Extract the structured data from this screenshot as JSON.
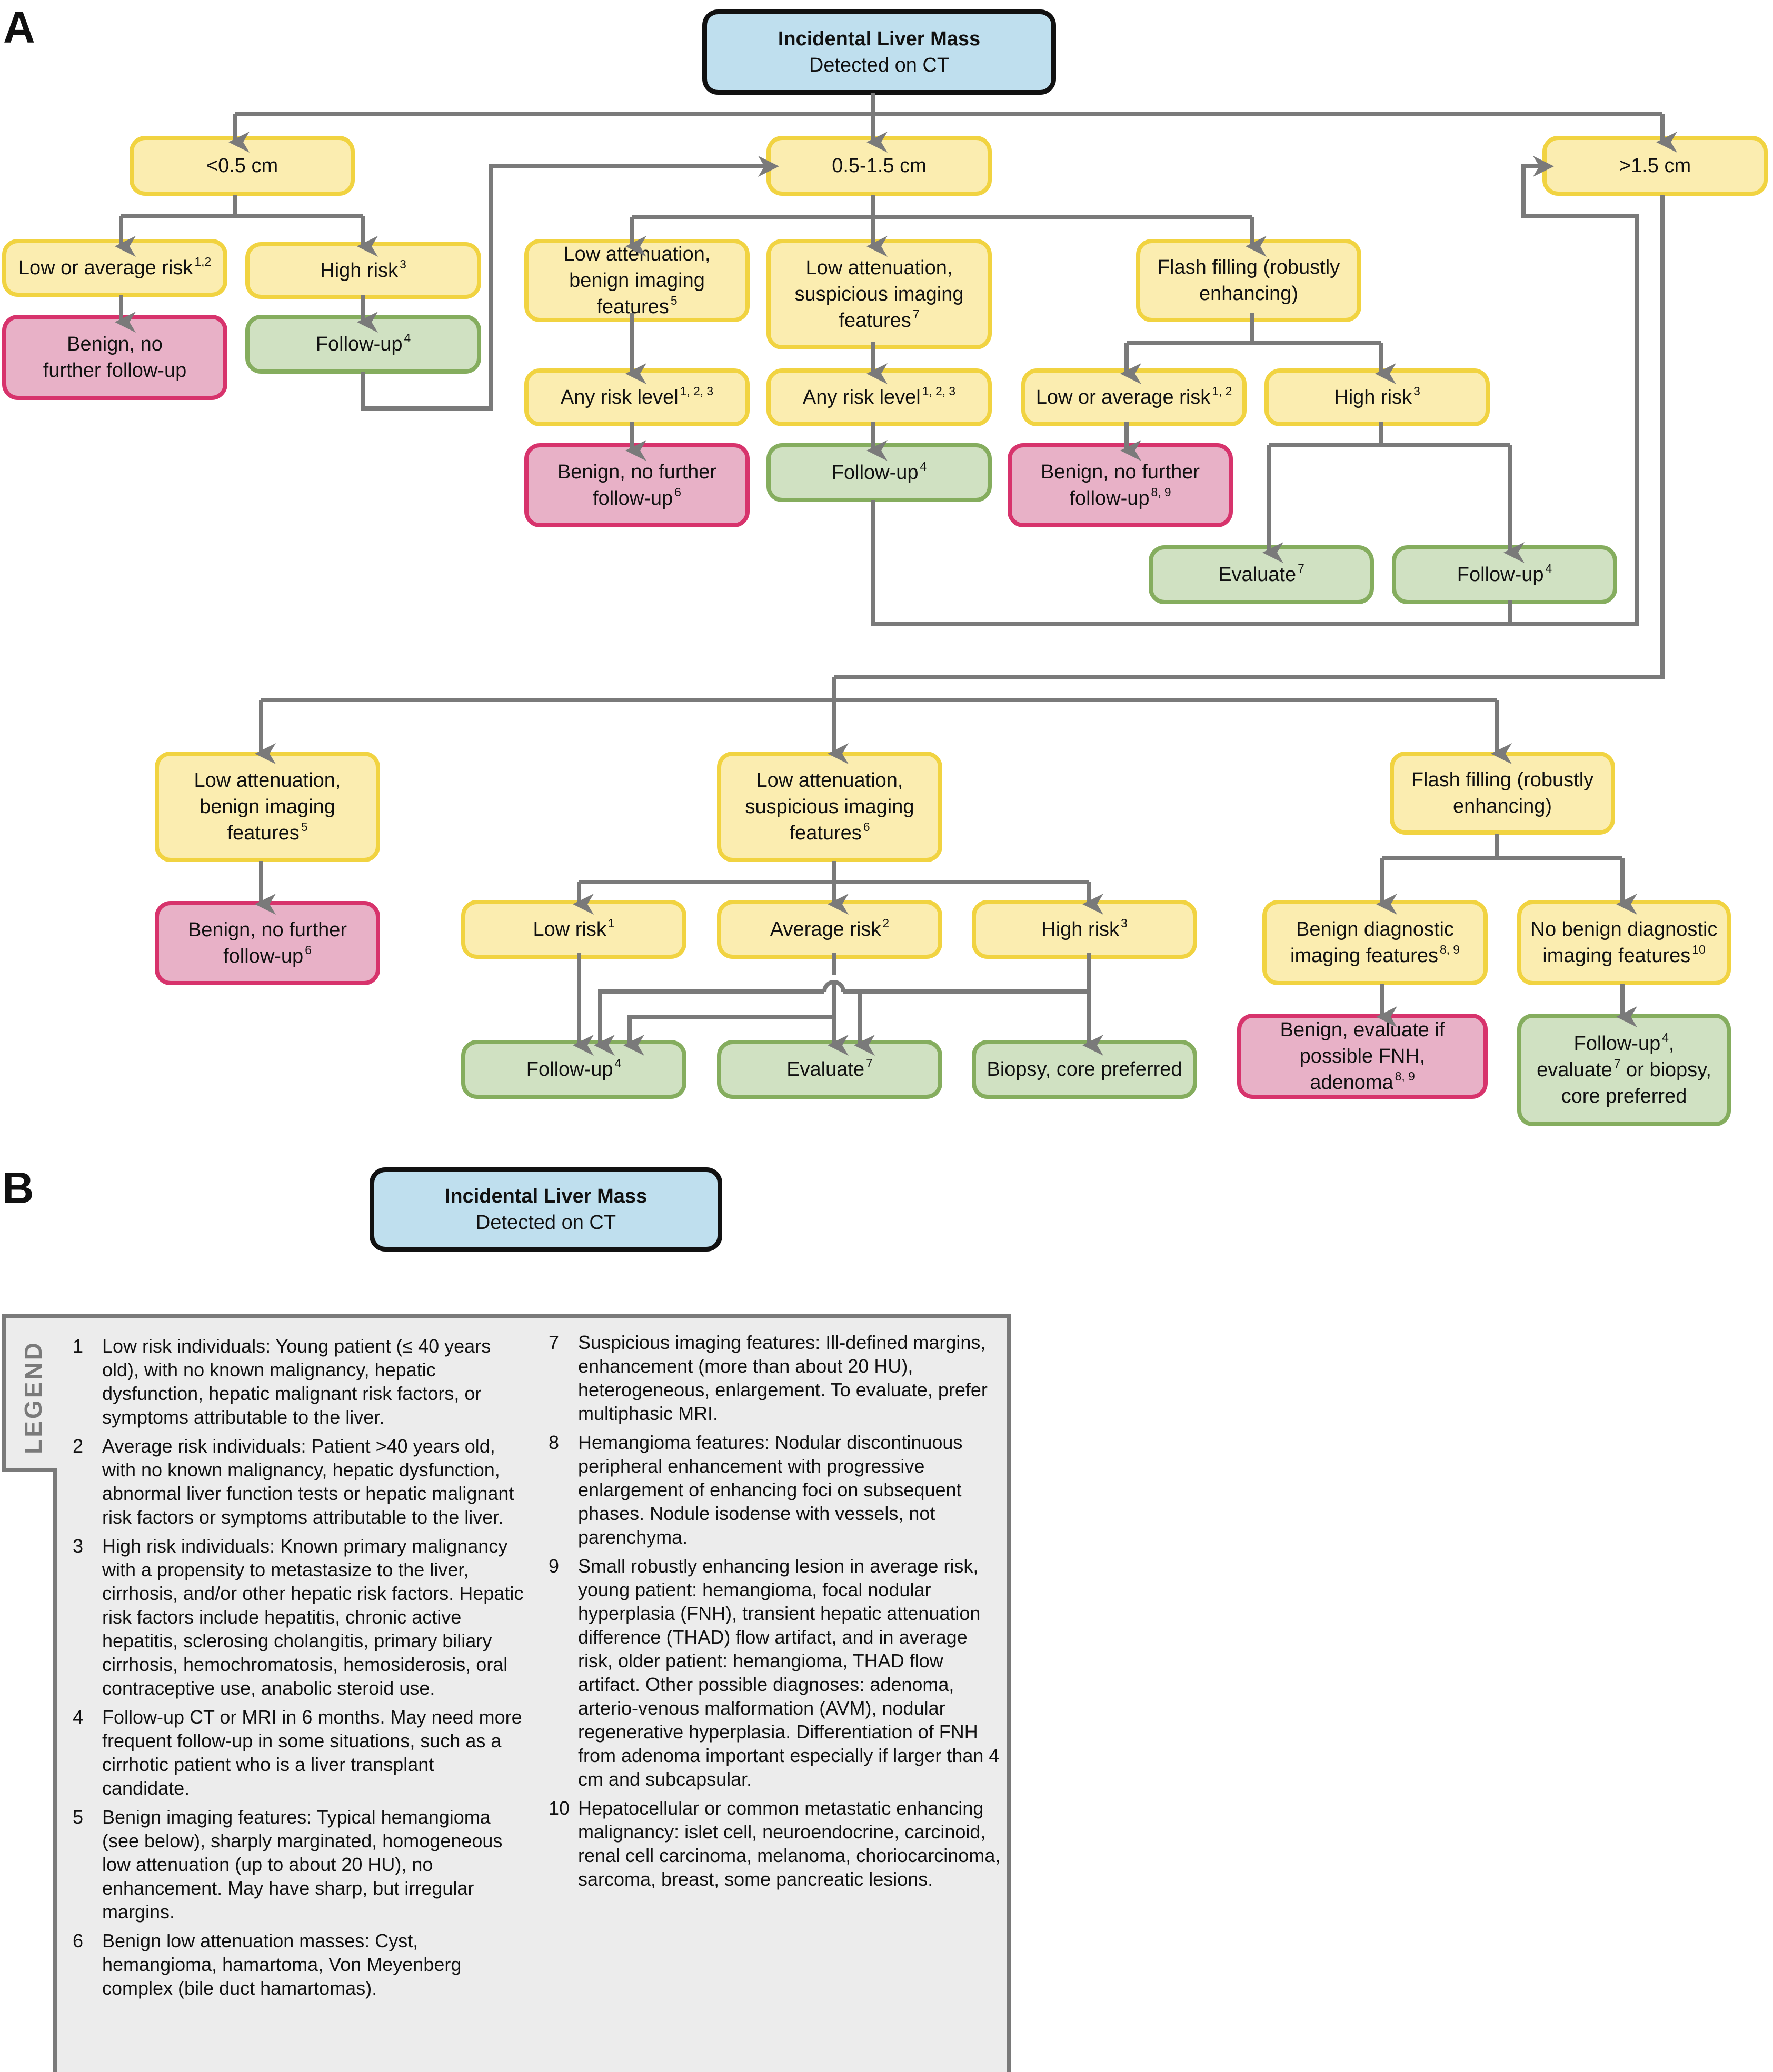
{
  "panels": {
    "a_label": "A",
    "b_label": "B"
  },
  "colors": {
    "start_fill": "#bfdfee",
    "start_border": "#111111",
    "decision_fill": "#fbedb0",
    "decision_border": "#f1d341",
    "benign_fill": "#e8b1c7",
    "benign_border": "#d7336c",
    "action_fill": "#d0e1c2",
    "action_border": "#85ad5e",
    "connector": "#7a7a7a",
    "legend_fill": "#ececec"
  },
  "start": {
    "line1": "Incidental Liver Mass",
    "line2": "Detected on CT"
  },
  "panel_a": {
    "size_lt05": "<0.5 cm",
    "size_05_15": "0.5-1.5 cm",
    "size_gt15": ">1.5 cm",
    "lt05": {
      "low_avg_risk": {
        "text": "Low or average risk",
        "sup": "1,2"
      },
      "high_risk": {
        "text": "High risk",
        "sup": "3"
      },
      "benign": {
        "text": "Benign, no further follow-up",
        "sup": ""
      },
      "followup": {
        "text": "Follow-up",
        "sup": "4"
      }
    },
    "mid": {
      "low_att_benign": {
        "text": "Low attenuation, benign imaging features",
        "sup": "5"
      },
      "low_att_susp": {
        "text": "Low attenuation, suspicious imaging features",
        "sup": "7"
      },
      "flash": {
        "text": "Flash filling (robustly enhancing)",
        "sup": ""
      },
      "any_risk_1": {
        "text": "Any risk level",
        "sup": "1, 2, 3"
      },
      "any_risk_2": {
        "text": "Any risk level",
        "sup": "1, 2, 3"
      },
      "low_avg_risk": {
        "text": "Low or average risk",
        "sup": "1, 2"
      },
      "high_risk": {
        "text": "High risk",
        "sup": "3"
      },
      "benign_1": {
        "text": "Benign, no further follow-up",
        "sup": "6"
      },
      "followup_1": {
        "text": "Follow-up",
        "sup": "4"
      },
      "benign_2": {
        "text": "Benign, no further follow-up",
        "sup": "8, 9"
      },
      "evaluate": {
        "text": "Evaluate",
        "sup": "7"
      },
      "followup_2": {
        "text": "Follow-up",
        "sup": "4"
      }
    },
    "large": {
      "low_att_benign": {
        "text": "Low attenuation, benign imaging features",
        "sup": "5"
      },
      "low_att_susp": {
        "text": "Low attenuation, suspicious imaging features",
        "sup": "6"
      },
      "flash": {
        "text": "Flash filling (robustly enhancing)",
        "sup": ""
      },
      "benign": {
        "text": "Benign, no further follow-up",
        "sup": "6"
      },
      "low_risk": {
        "text": "Low risk",
        "sup": "1"
      },
      "avg_risk": {
        "text": "Average risk",
        "sup": "2"
      },
      "high_risk": {
        "text": "High risk",
        "sup": "3"
      },
      "followup": {
        "text": "Follow-up",
        "sup": "4"
      },
      "evaluate": {
        "text": "Evaluate",
        "sup": "7"
      },
      "biopsy": {
        "text": "Biopsy, core preferred",
        "sup": ""
      },
      "benign_diag": {
        "text": "Benign diagnostic imaging features",
        "sup": "8, 9"
      },
      "no_benign_diag": {
        "text": "No benign diagnostic imaging features",
        "sup": "10"
      },
      "benign_eval": {
        "text": "Benign, evaluate if possible FNH, adenoma",
        "sup": "8, 9"
      },
      "followup_eval": {
        "text_a": "Follow-up",
        "sup_a": "4",
        "text_b": ", evaluate",
        "sup_b": "7",
        "text_c": " or biopsy, core preferred"
      }
    }
  },
  "legend": {
    "title": "LEGEND",
    "items_left": [
      {
        "num": "1",
        "text": "Low risk individuals: Young patient (≤ 40 years old), with no known malignancy, hepatic dysfunction, hepatic malignant risk factors, or symptoms attributable to the liver."
      },
      {
        "num": "2",
        "text": "Average risk individuals: Patient >40 years old, with no known malignancy, hepatic dysfunction, abnormal liver function tests or hepatic malignant risk factors or symptoms attributable to the liver."
      },
      {
        "num": "3",
        "text": "High risk individuals: Known primary malignancy with a propensity to metastasize to the liver, cirrhosis, and/or other hepatic risk factors. Hepatic risk factors include hepatitis, chronic active hepatitis, sclerosing cholangitis, primary biliary cirrhosis, hemochromatosis, hemosiderosis, oral contraceptive use, anabolic steroid use."
      },
      {
        "num": "4",
        "text": "Follow-up CT or MRI in 6 months. May need more frequent follow-up in some situations, such as a cirrhotic patient who is a liver transplant candidate."
      },
      {
        "num": "5",
        "text": "Benign imaging features: Typical hemangioma (see below), sharply marginated, homogeneous low attenuation (up to about 20 HU), no enhancement. May have sharp, but irregular margins."
      },
      {
        "num": "6",
        "text": "Benign low attenuation masses: Cyst, hemangioma, hamartoma, Von Meyenberg complex (bile duct hamartomas)."
      }
    ],
    "items_right": [
      {
        "num": "7",
        "text": "Suspicious imaging features: Ill-defined margins, enhancement (more than about 20 HU), heterogeneous, enlargement. To evaluate, prefer multiphasic MRI."
      },
      {
        "num": "8",
        "text": "Hemangioma features: Nodular discontinuous peripheral enhancement with progressive enlargement of enhancing foci on subsequent phases. Nodule isodense with vessels, not parenchyma."
      },
      {
        "num": "9",
        "text": "Small robustly enhancing lesion in average risk, young patient: hemangioma, focal nodular hyperplasia (FNH), transient hepatic attenuation difference (THAD) flow artifact, and in average risk, older patient: hemangioma, THAD flow artifact. Other possible diagnoses: adenoma, arterio-venous malformation (AVM), nodular regenerative hyperplasia. Differentiation of FNH from adenoma important especially if larger than 4 cm and subcapsular."
      },
      {
        "num": "10",
        "text": "Hepatocellular or common metastatic enhancing malignancy: islet cell, neuroendocrine, carcinoid, renal cell carcinoma, melanoma, choriocarcinoma, sarcoma, breast, some pancreatic lesions."
      }
    ]
  }
}
